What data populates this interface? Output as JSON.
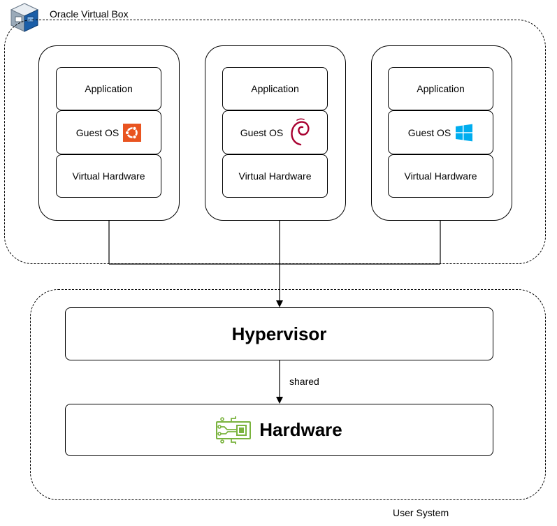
{
  "groups": {
    "vbox_label": "Oracle Virtual Box",
    "user_label": "User System"
  },
  "vms": [
    {
      "application": "Application",
      "guest_os": "Guest OS",
      "virtual_hardware": "Virtual Hardware",
      "os_icon": "ubuntu-icon"
    },
    {
      "application": "Application",
      "guest_os": "Guest OS",
      "virtual_hardware": "Virtual Hardware",
      "os_icon": "debian-icon"
    },
    {
      "application": "Application",
      "guest_os": "Guest OS",
      "virtual_hardware": "Virtual Hardware",
      "os_icon": "windows-icon"
    }
  ],
  "hypervisor": {
    "label": "Hypervisor"
  },
  "edge": {
    "label": "shared"
  },
  "hardware": {
    "label": "Hardware",
    "icon": "circuit-board-icon"
  },
  "colors": {
    "ubuntu": "#E95420",
    "debian": "#A80030",
    "windows": "#00ADEF",
    "circuit": "#7AB33E",
    "vbox_blue": "#1A5EA8"
  }
}
